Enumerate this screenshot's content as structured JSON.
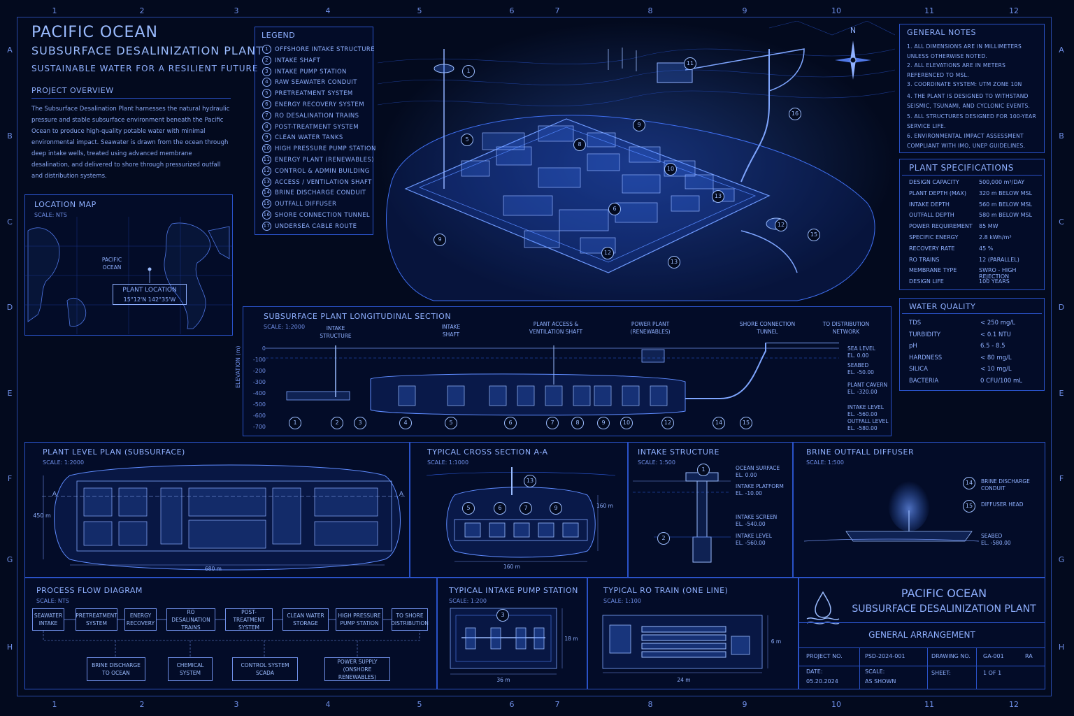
{
  "title": {
    "line1": "PACIFIC OCEAN",
    "line2": "SUBSURFACE DESALINIZATION PLANT",
    "tagline": "SUSTAINABLE WATER FOR A RESILIENT FUTURE"
  },
  "overview": {
    "heading": "PROJECT OVERVIEW",
    "text": "The Subsurface Desalination Plant harnesses the natural hydraulic pressure and stable subsurface environment beneath the Pacific Ocean to produce high-quality potable water with minimal environmental impact. Seawater is drawn from the ocean through deep intake wells, treated using advanced membrane desalination, and delivered to shore through pressurized outfall and distribution systems."
  },
  "location_map": {
    "heading": "LOCATION MAP",
    "scale": "SCALE: NTS",
    "ocean_label": "PACIFIC OCEAN",
    "box_title": "PLANT LOCATION",
    "coords": "15°12'N   142°35'W"
  },
  "legend": {
    "heading": "LEGEND",
    "items": [
      "OFFSHORE INTAKE STRUCTURE",
      "INTAKE SHAFT",
      "INTAKE PUMP STATION",
      "RAW SEAWATER CONDUIT",
      "PRETREATMENT SYSTEM",
      "ENERGY RECOVERY SYSTEM",
      "RO DESALINATION TRAINS",
      "POST-TREATMENT SYSTEM",
      "CLEAN WATER TANKS",
      "HIGH PRESSURE PUMP STATION",
      "ENERGY PLANT (RENEWABLES)",
      "CONTROL & ADMIN BUILDING",
      "ACCESS / VENTILATION SHAFT",
      "BRINE DISCHARGE CONDUIT",
      "OUTFALL DIFFUSER",
      "SHORE CONNECTION TUNNEL",
      "UNDERSEA CABLE ROUTE"
    ]
  },
  "compass": "N",
  "general_notes": {
    "heading": "GENERAL NOTES",
    "items": [
      "1.  ALL DIMENSIONS ARE IN MILLIMETERS UNLESS OTHERWISE NOTED.",
      "2.  ALL ELEVATIONS ARE IN METERS REFERENCED TO MSL.",
      "3.  COORDINATE SYSTEM: UTM ZONE 10N",
      "4.  THE PLANT IS DESIGNED TO WITHSTAND SEISMIC, TSUNAMI, AND CYCLONIC EVENTS.",
      "5.  ALL STRUCTURES DESIGNED FOR 100-YEAR SERVICE LIFE.",
      "6.  ENVIRONMENTAL IMPACT ASSESSMENT COMPLIANT WITH IMO, UNEP GUIDELINES."
    ]
  },
  "plant_specs": {
    "heading": "PLANT SPECIFICATIONS",
    "rows": [
      {
        "k": "DESIGN CAPACITY",
        "v": "500,000 m³/DAY"
      },
      {
        "k": "PLANT DEPTH (MAX)",
        "v": "320 m BELOW MSL"
      },
      {
        "k": "INTAKE DEPTH",
        "v": "560 m BELOW MSL"
      },
      {
        "k": "OUTFALL DEPTH",
        "v": "580 m BELOW MSL"
      },
      {
        "k": "POWER REQUIREMENT",
        "v": "85 MW"
      },
      {
        "k": "SPECIFIC ENERGY",
        "v": "2.8 kWh/m³"
      },
      {
        "k": "RECOVERY RATE",
        "v": "45 %"
      },
      {
        "k": "RO TRAINS",
        "v": "12 (PARALLEL)"
      },
      {
        "k": "MEMBRANE TYPE",
        "v": "SWRO - HIGH REJECTION"
      },
      {
        "k": "DESIGN LIFE",
        "v": "100 YEARS"
      }
    ]
  },
  "water_quality": {
    "heading": "WATER QUALITY",
    "rows": [
      {
        "k": "TDS",
        "v": "< 250 mg/L"
      },
      {
        "k": "TURBIDITY",
        "v": "< 0.1 NTU"
      },
      {
        "k": "pH",
        "v": "6.5 - 8.5"
      },
      {
        "k": "HARDNESS",
        "v": "< 80 mg/L"
      },
      {
        "k": "SILICA",
        "v": "< 10 mg/L"
      },
      {
        "k": "BACTERIA",
        "v": "0  CFU/100 mL"
      }
    ]
  },
  "longitudinal": {
    "heading": "SUBSURFACE PLANT LONGITUDINAL SECTION",
    "scale": "SCALE: 1:2000",
    "axis_label": "ELEVATION (m)",
    "y_ticks": [
      "0",
      "-100",
      "-200",
      "-300",
      "-400",
      "-500",
      "-600",
      "-700"
    ],
    "top_labels": [
      {
        "text": "INTAKE STRUCTURE"
      },
      {
        "text": "INTAKE SHAFT"
      },
      {
        "text": "PLANT ACCESS & VENTILATION SHAFT"
      },
      {
        "text": "POWER PLANT (RENEWABLES)"
      },
      {
        "text": "SHORE CONNECTION TUNNEL"
      },
      {
        "text": "TO DISTRIBUTION NETWORK"
      }
    ],
    "right_labels": [
      {
        "a": "SEA LEVEL",
        "b": "EL. 0.00"
      },
      {
        "a": "SEABED",
        "b": "EL. -50.00"
      },
      {
        "a": "PLANT CAVERN",
        "b": "EL. -320.00"
      },
      {
        "a": "INTAKE LEVEL",
        "b": "EL. -560.00"
      },
      {
        "a": "OUTFALL LEVEL",
        "b": "EL. -580.00"
      }
    ],
    "numbers": [
      "1",
      "2",
      "3",
      "4",
      "5",
      "6",
      "7",
      "8",
      "9",
      "10",
      "12",
      "14",
      "15"
    ]
  },
  "plan": {
    "heading": "PLANT LEVEL PLAN (SUBSURFACE)",
    "scale": "SCALE: 1:2000",
    "dim_w": "680 m",
    "dim_h": "450 m",
    "sec_a": "A"
  },
  "cross": {
    "heading": "TYPICAL CROSS SECTION A-A",
    "scale": "SCALE: 1:1000",
    "dim_w": "160 m",
    "dim_h": "160 m"
  },
  "intake": {
    "heading": "INTAKE STRUCTURE",
    "scale": "SCALE: 1:500",
    "labels": [
      {
        "a": "OCEAN SURFACE",
        "b": "EL. 0.00"
      },
      {
        "a": "INTAKE PLATFORM",
        "b": "EL. -10.00"
      },
      {
        "a": "INTAKE SCREEN",
        "b": "EL. -540.00"
      },
      {
        "a": "INTAKE LEVEL",
        "b": "EL. -560.00"
      }
    ]
  },
  "brine": {
    "heading": "BRINE OUTFALL DIFFUSER",
    "scale": "SCALE: 1:500",
    "labels": [
      {
        "a": "BRINE DISCHARGE",
        "b": "CONDUIT"
      },
      {
        "a": "DIFFUSER HEAD",
        "b": ""
      },
      {
        "a": "SEABED",
        "b": "EL. -580.00"
      }
    ]
  },
  "process": {
    "heading": "PROCESS FLOW DIAGRAM",
    "scale": "SCALE: NTS",
    "steps": [
      "SEAWATER INTAKE",
      "PRETREATMENT SYSTEM",
      "ENERGY RECOVERY",
      "RO DESALINATION TRAINS",
      "POST-TREATMENT SYSTEM",
      "CLEAN WATER STORAGE",
      "HIGH PRESSURE PUMP STATION",
      "TO SHORE DISTRIBUTION"
    ],
    "aux": [
      "BRINE DISCHARGE TO OCEAN",
      "CHEMICAL SYSTEM",
      "CONTROL SYSTEM SCADA",
      "POWER SUPPLY (ONSHORE RENEWABLES)"
    ]
  },
  "pump_station": {
    "heading": "TYPICAL INTAKE PUMP STATION",
    "scale": "SCALE: 1:200",
    "dim_w": "36 m",
    "dim_h": "18 m"
  },
  "ro_train": {
    "heading": "TYPICAL RO TRAIN (ONE LINE)",
    "scale": "SCALE: 1:100",
    "dim_w": "24 m",
    "dim_h": "6 m"
  },
  "title_block": {
    "line1": "PACIFIC OCEAN",
    "line2": "SUBSURFACE DESALINIZATION PLANT",
    "drawing_title": "GENERAL ARRANGEMENT",
    "project_no_label": "PROJECT NO.",
    "project_no": "PSD-2024-001",
    "drawing_no_label": "DRAWING NO.",
    "drawing_no": "GA-001",
    "rev": "RA",
    "date_label": "DATE:",
    "date": "05.20.2024",
    "scale_label": "SCALE:",
    "scale": "AS SHOWN",
    "sheet_label": "SHEET:",
    "sheet": "1 OF 1"
  },
  "grid": {
    "cols": [
      "1",
      "2",
      "3",
      "4",
      "5",
      "6",
      "7",
      "8",
      "9",
      "10",
      "11",
      "12"
    ],
    "rows": [
      "A",
      "B",
      "C",
      "D",
      "E",
      "F",
      "G",
      "H"
    ]
  },
  "colors": {
    "background": "#030a1e",
    "line": "#2a52c8",
    "text": "#8fb0ff",
    "glow": "#3f7bff"
  }
}
